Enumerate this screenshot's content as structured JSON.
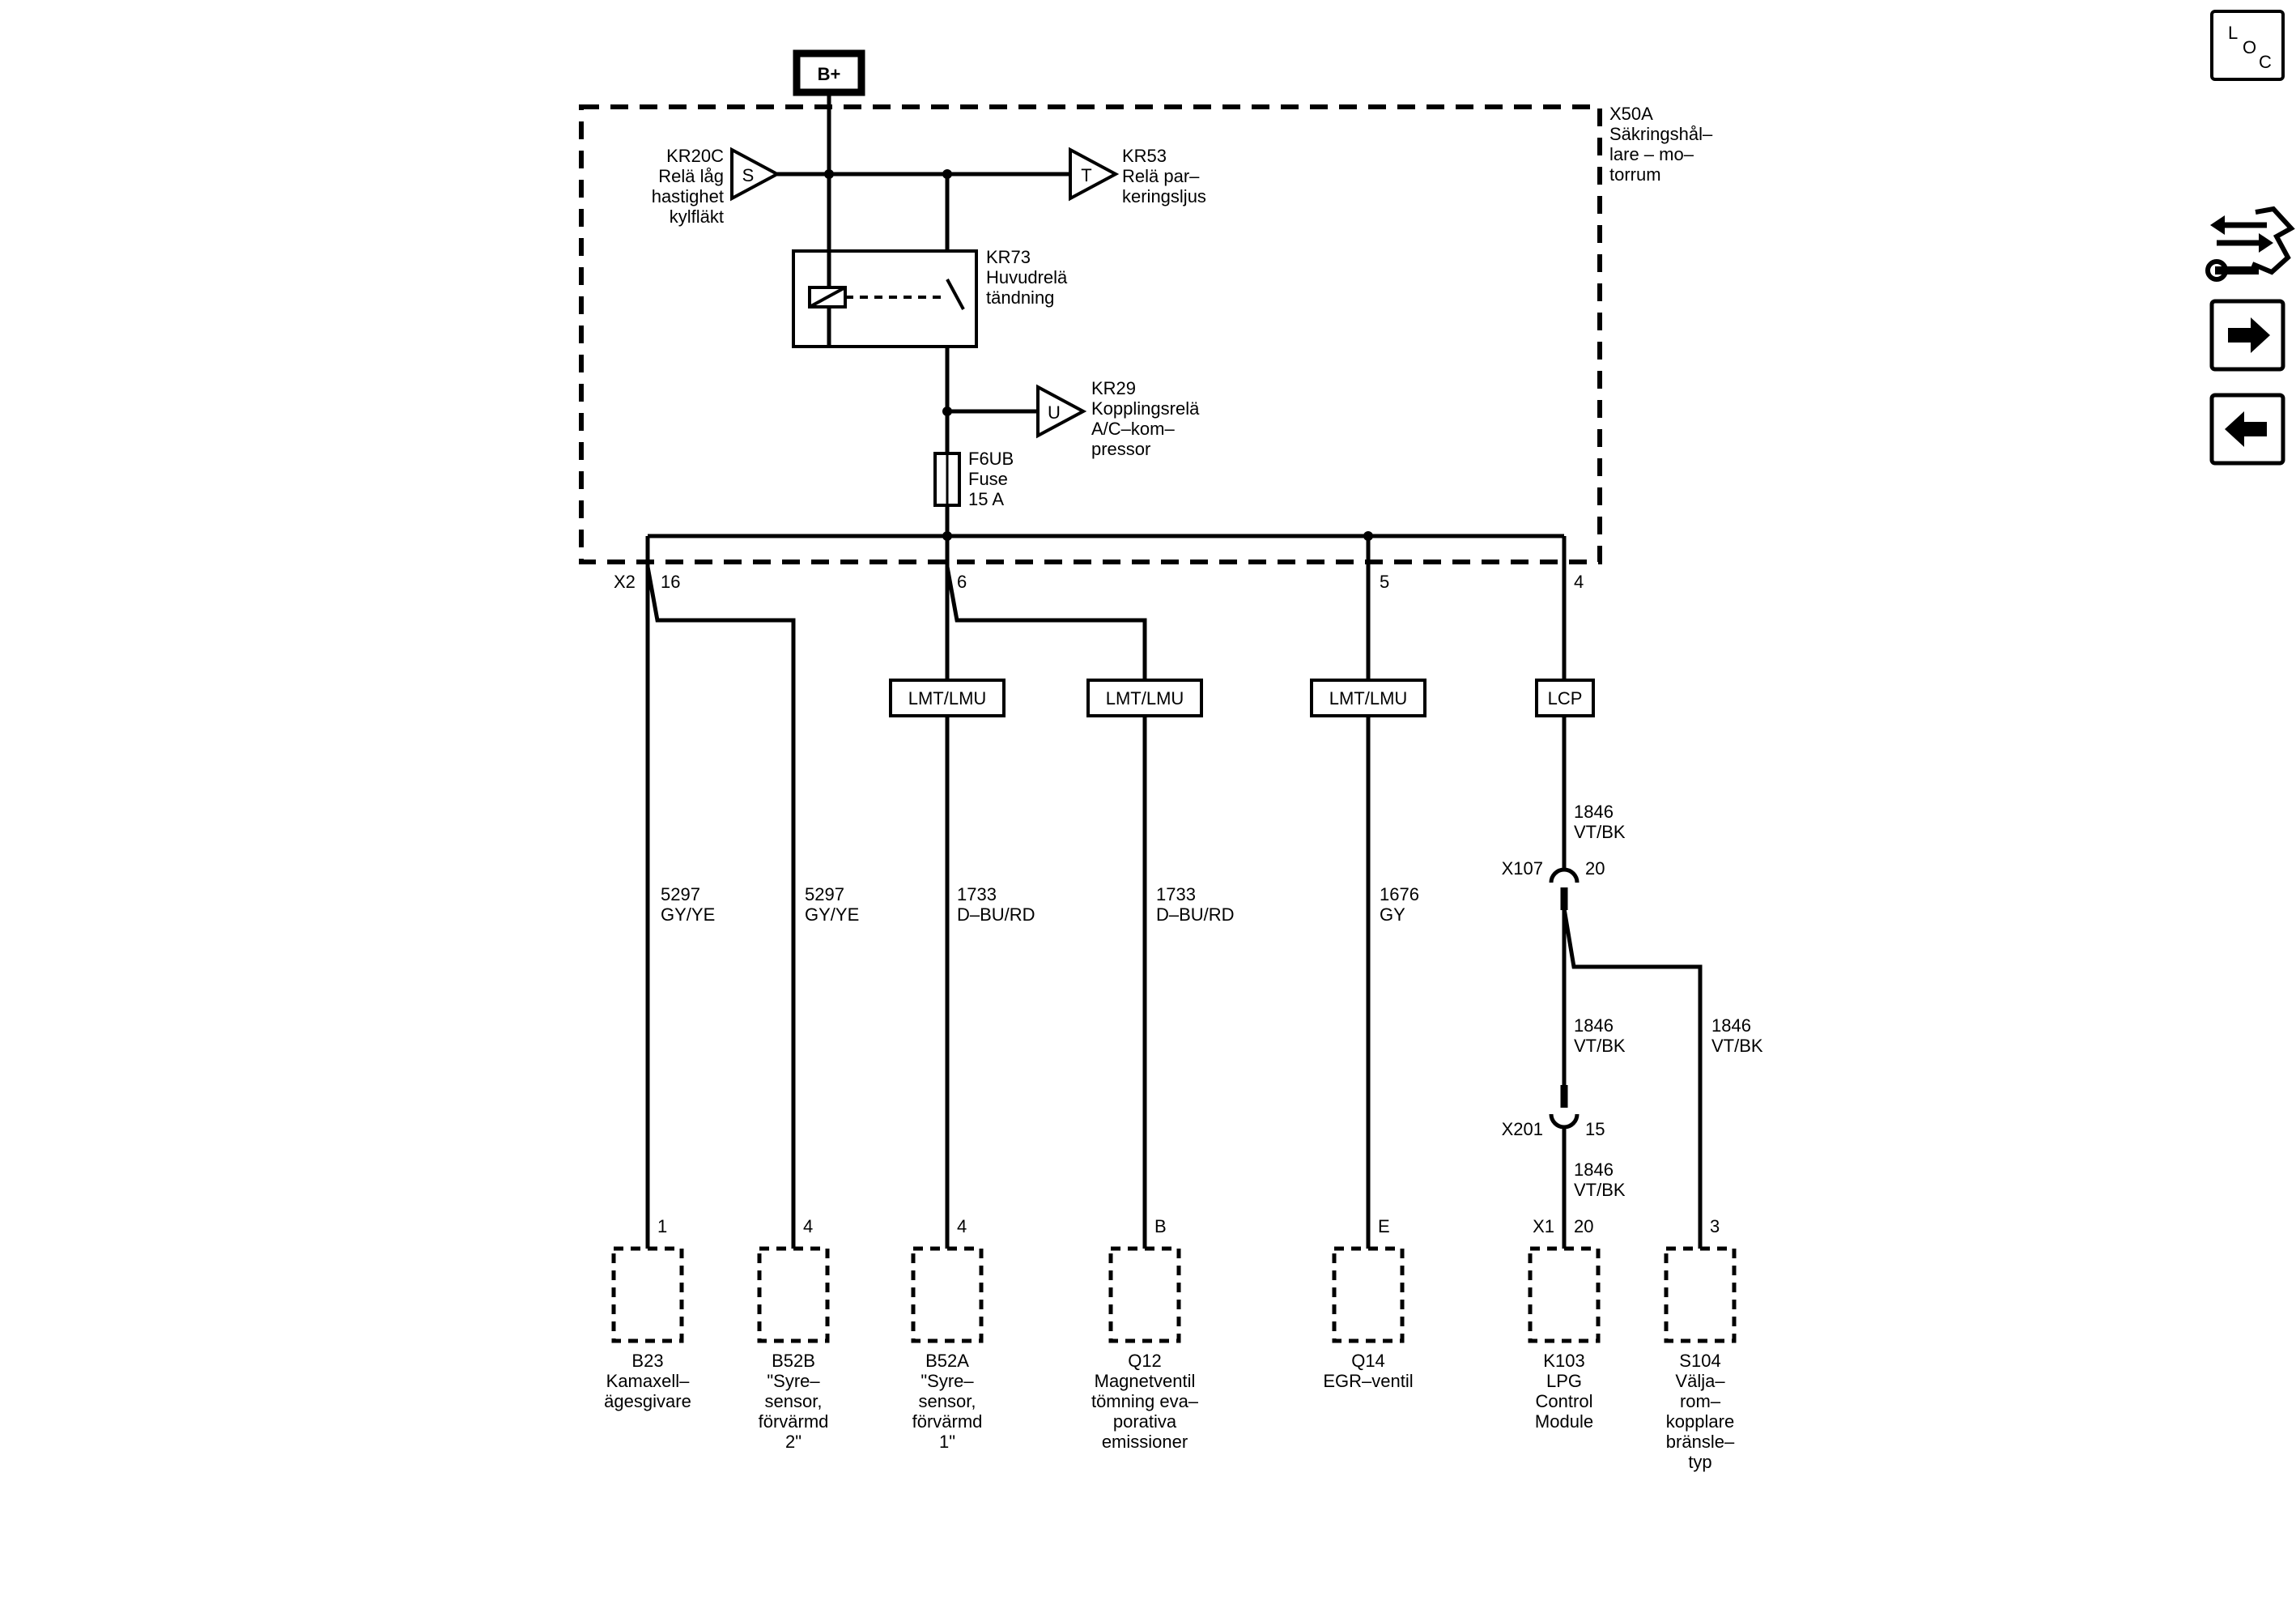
{
  "power": {
    "label": "B+"
  },
  "fuse_block": {
    "name": "X50A",
    "lines": [
      "Säkringshål–",
      "lare – mo–",
      "torrum"
    ]
  },
  "kr20c": {
    "symbol": "S",
    "lines": [
      "KR20C",
      "Relä låg",
      "hastighet",
      "kylfläkt"
    ]
  },
  "kr53": {
    "symbol": "T",
    "lines": [
      "KR53",
      "Relä par–",
      "keringsljus"
    ]
  },
  "kr73": {
    "lines": [
      "KR73",
      "Huvudrelä",
      "tändning"
    ]
  },
  "kr29": {
    "symbol": "U",
    "lines": [
      "KR29",
      "Kopplingsrelä",
      "A/C–kom–",
      "pressor"
    ]
  },
  "fuse": {
    "lines": [
      "F6UB",
      "Fuse",
      "15 A"
    ]
  },
  "harness_connector": "X2",
  "pins": {
    "p16": "16",
    "p6": "6",
    "p5": "5",
    "p4": "4"
  },
  "options": [
    "LMT/LMU",
    "LMT/LMU",
    "LMT/LMU",
    "LCP"
  ],
  "wires": [
    {
      "num": "5297",
      "color": "GY/YE"
    },
    {
      "num": "5297",
      "color": "GY/YE"
    },
    {
      "num": "1733",
      "color": "D–BU/RD"
    },
    {
      "num": "1733",
      "color": "D–BU/RD"
    },
    {
      "num": "1676",
      "color": "GY"
    },
    {
      "num": "1846",
      "color": "VT/BK"
    },
    {
      "num": "1846",
      "color": "VT/BK"
    },
    {
      "num": "1846",
      "color": "VT/BK"
    },
    {
      "num": "1846",
      "color": "VT/BK"
    }
  ],
  "inline_connectors": [
    {
      "name": "X107",
      "pin": "20"
    },
    {
      "name": "X201",
      "pin": "15"
    },
    {
      "name": "X1",
      "pin": "20"
    }
  ],
  "components": [
    {
      "pin": "1",
      "lines": [
        "B23",
        "Kamaxell–",
        "ägesgivare"
      ]
    },
    {
      "pin": "4",
      "lines": [
        "B52B",
        "\"Syre–",
        "sensor,",
        "förvärmd",
        "2\""
      ]
    },
    {
      "pin": "4",
      "lines": [
        "B52A",
        "\"Syre–",
        "sensor,",
        "förvärmd",
        "1\""
      ]
    },
    {
      "pin": "B",
      "lines": [
        "Q12",
        "Magnetventil",
        "tömning eva–",
        "porativa",
        "emissioner"
      ]
    },
    {
      "pin": "E",
      "lines": [
        "Q14",
        "EGR–ventil"
      ]
    },
    {
      "pin": "",
      "lines": [
        "K103",
        "LPG",
        "Control",
        "Module"
      ]
    },
    {
      "pin": "3",
      "lines": [
        "S104",
        "Välja–",
        "rom–",
        "kopplare",
        "bränsle–",
        "typ"
      ]
    }
  ],
  "nav": {
    "loc_letters": [
      "L",
      "O",
      "C"
    ],
    "icons": [
      "wrench-connector-icon",
      "arrow-right-icon",
      "arrow-left-icon"
    ]
  }
}
